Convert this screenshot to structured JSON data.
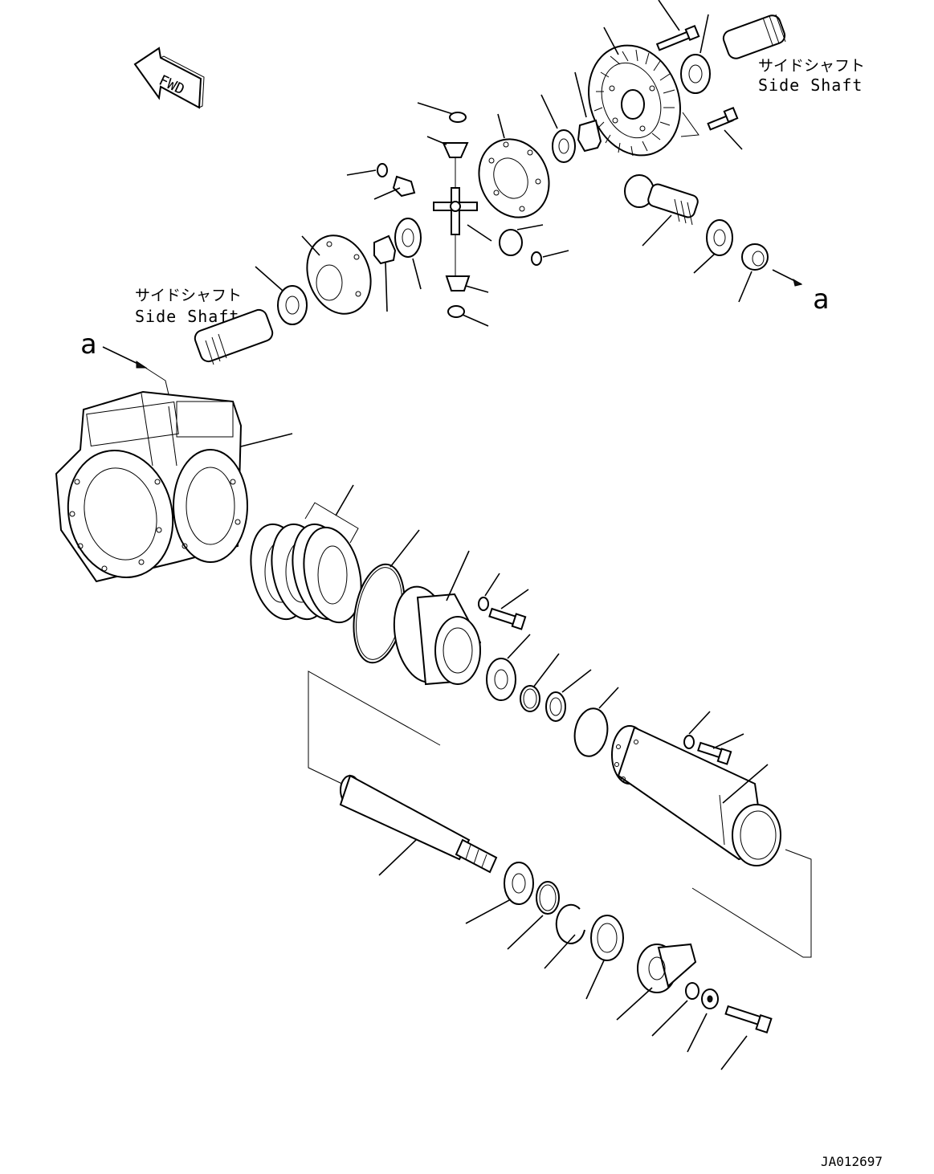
{
  "fwd_label": "FWD",
  "side_shaft_top": {
    "jp": "サイドシャフト",
    "en": "Side Shaft"
  },
  "side_shaft_left": {
    "jp": "サイドシャフト",
    "en": "Side Shaft"
  },
  "ref_a_right": "a",
  "ref_a_left": "a",
  "drawing_id": "JA012697"
}
